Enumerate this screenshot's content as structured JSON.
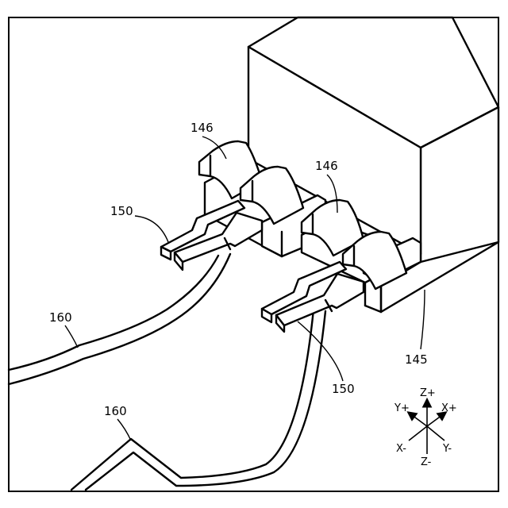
{
  "labels": {
    "latch_top_left": "146",
    "latch_top_right": "146",
    "clip_left": "150",
    "clip_right": "150",
    "cable_upper": "160",
    "cable_lower": "160",
    "base": "145"
  },
  "axes": {
    "z_plus": "Z+",
    "z_minus": "Z-",
    "x_plus": "X+",
    "x_minus": "X-",
    "y_plus": "Y+",
    "y_minus": "Y-"
  },
  "colors": {
    "line": "#000000",
    "background": "#ffffff"
  }
}
